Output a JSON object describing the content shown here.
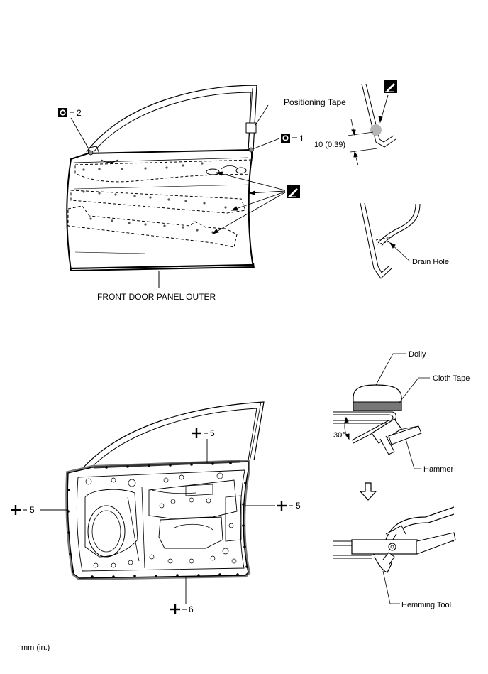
{
  "upper": {
    "caption": "FRONT DOOR PANEL OUTER",
    "positioning_tape": "Positioning Tape",
    "tag_1": "1",
    "tag_2": "2",
    "dimension": "10 (0.39)",
    "drain_hole": "Drain Hole"
  },
  "lower": {
    "dolly": "Dolly",
    "cloth_tape": "Cloth Tape",
    "angle": "30°",
    "hammer": "Hammer",
    "hemming_tool": "Hemming Tool",
    "top_count": "5",
    "left_count": "5",
    "right_count": "5",
    "bottom_count": "6"
  },
  "units": "mm (in.)",
  "icons": {
    "spot_point": "square-dot-icon",
    "sealer": "sealer-pen-icon",
    "hem_point": "plus-cross-icon",
    "step_arrow": "down-arrow-icon"
  },
  "colors": {
    "ink": "#000000",
    "shade": "#b5b5b5",
    "panel": "#ffffff"
  }
}
